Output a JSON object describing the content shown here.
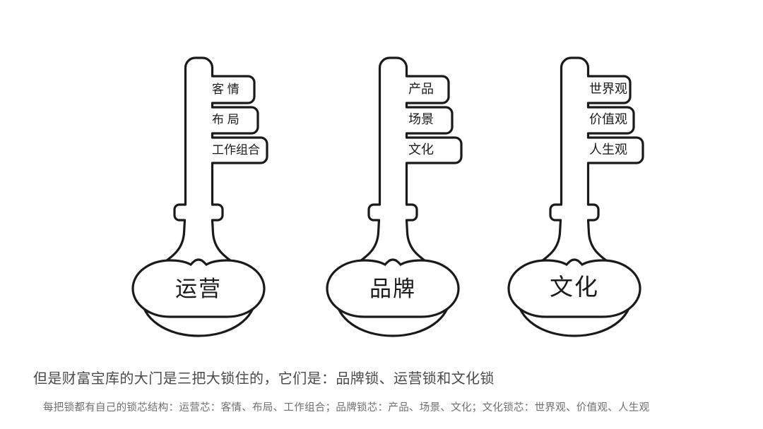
{
  "diagram": {
    "title_visible": false,
    "background_color": "#ffffff",
    "line_color": "#1a1a1a",
    "keys": [
      {
        "id": "operations-key",
        "head_label": "运营",
        "head_font": "sans",
        "teeth_font": "sans",
        "teeth": [
          {
            "label": "客 情"
          },
          {
            "label": "布 局"
          },
          {
            "label": "工作组合"
          }
        ]
      },
      {
        "id": "brand-key",
        "head_label": "品牌",
        "head_font": "sans",
        "teeth_font": "serif",
        "teeth": [
          {
            "label": "产品"
          },
          {
            "label": "场景"
          },
          {
            "label": "文化"
          }
        ]
      },
      {
        "id": "culture-key",
        "head_label": "文化",
        "head_font": "serif",
        "teeth_font": "serif",
        "teeth": [
          {
            "label": "世界观"
          },
          {
            "label": "价值观"
          },
          {
            "label": "人生观"
          }
        ]
      }
    ]
  },
  "captions": {
    "primary": "但是财富宝库的大门是三把大锁住的，它们是：品牌锁、运营锁和文化锁",
    "secondary": "每把锁都有自己的锁芯结构：运营芯：客情、布局、工作组合；品牌锁芯：产品、场景、文化；文化锁芯：世界观、价值观、人生观",
    "primary_color": "#4a4a4a",
    "secondary_color": "#6e6e6e"
  }
}
